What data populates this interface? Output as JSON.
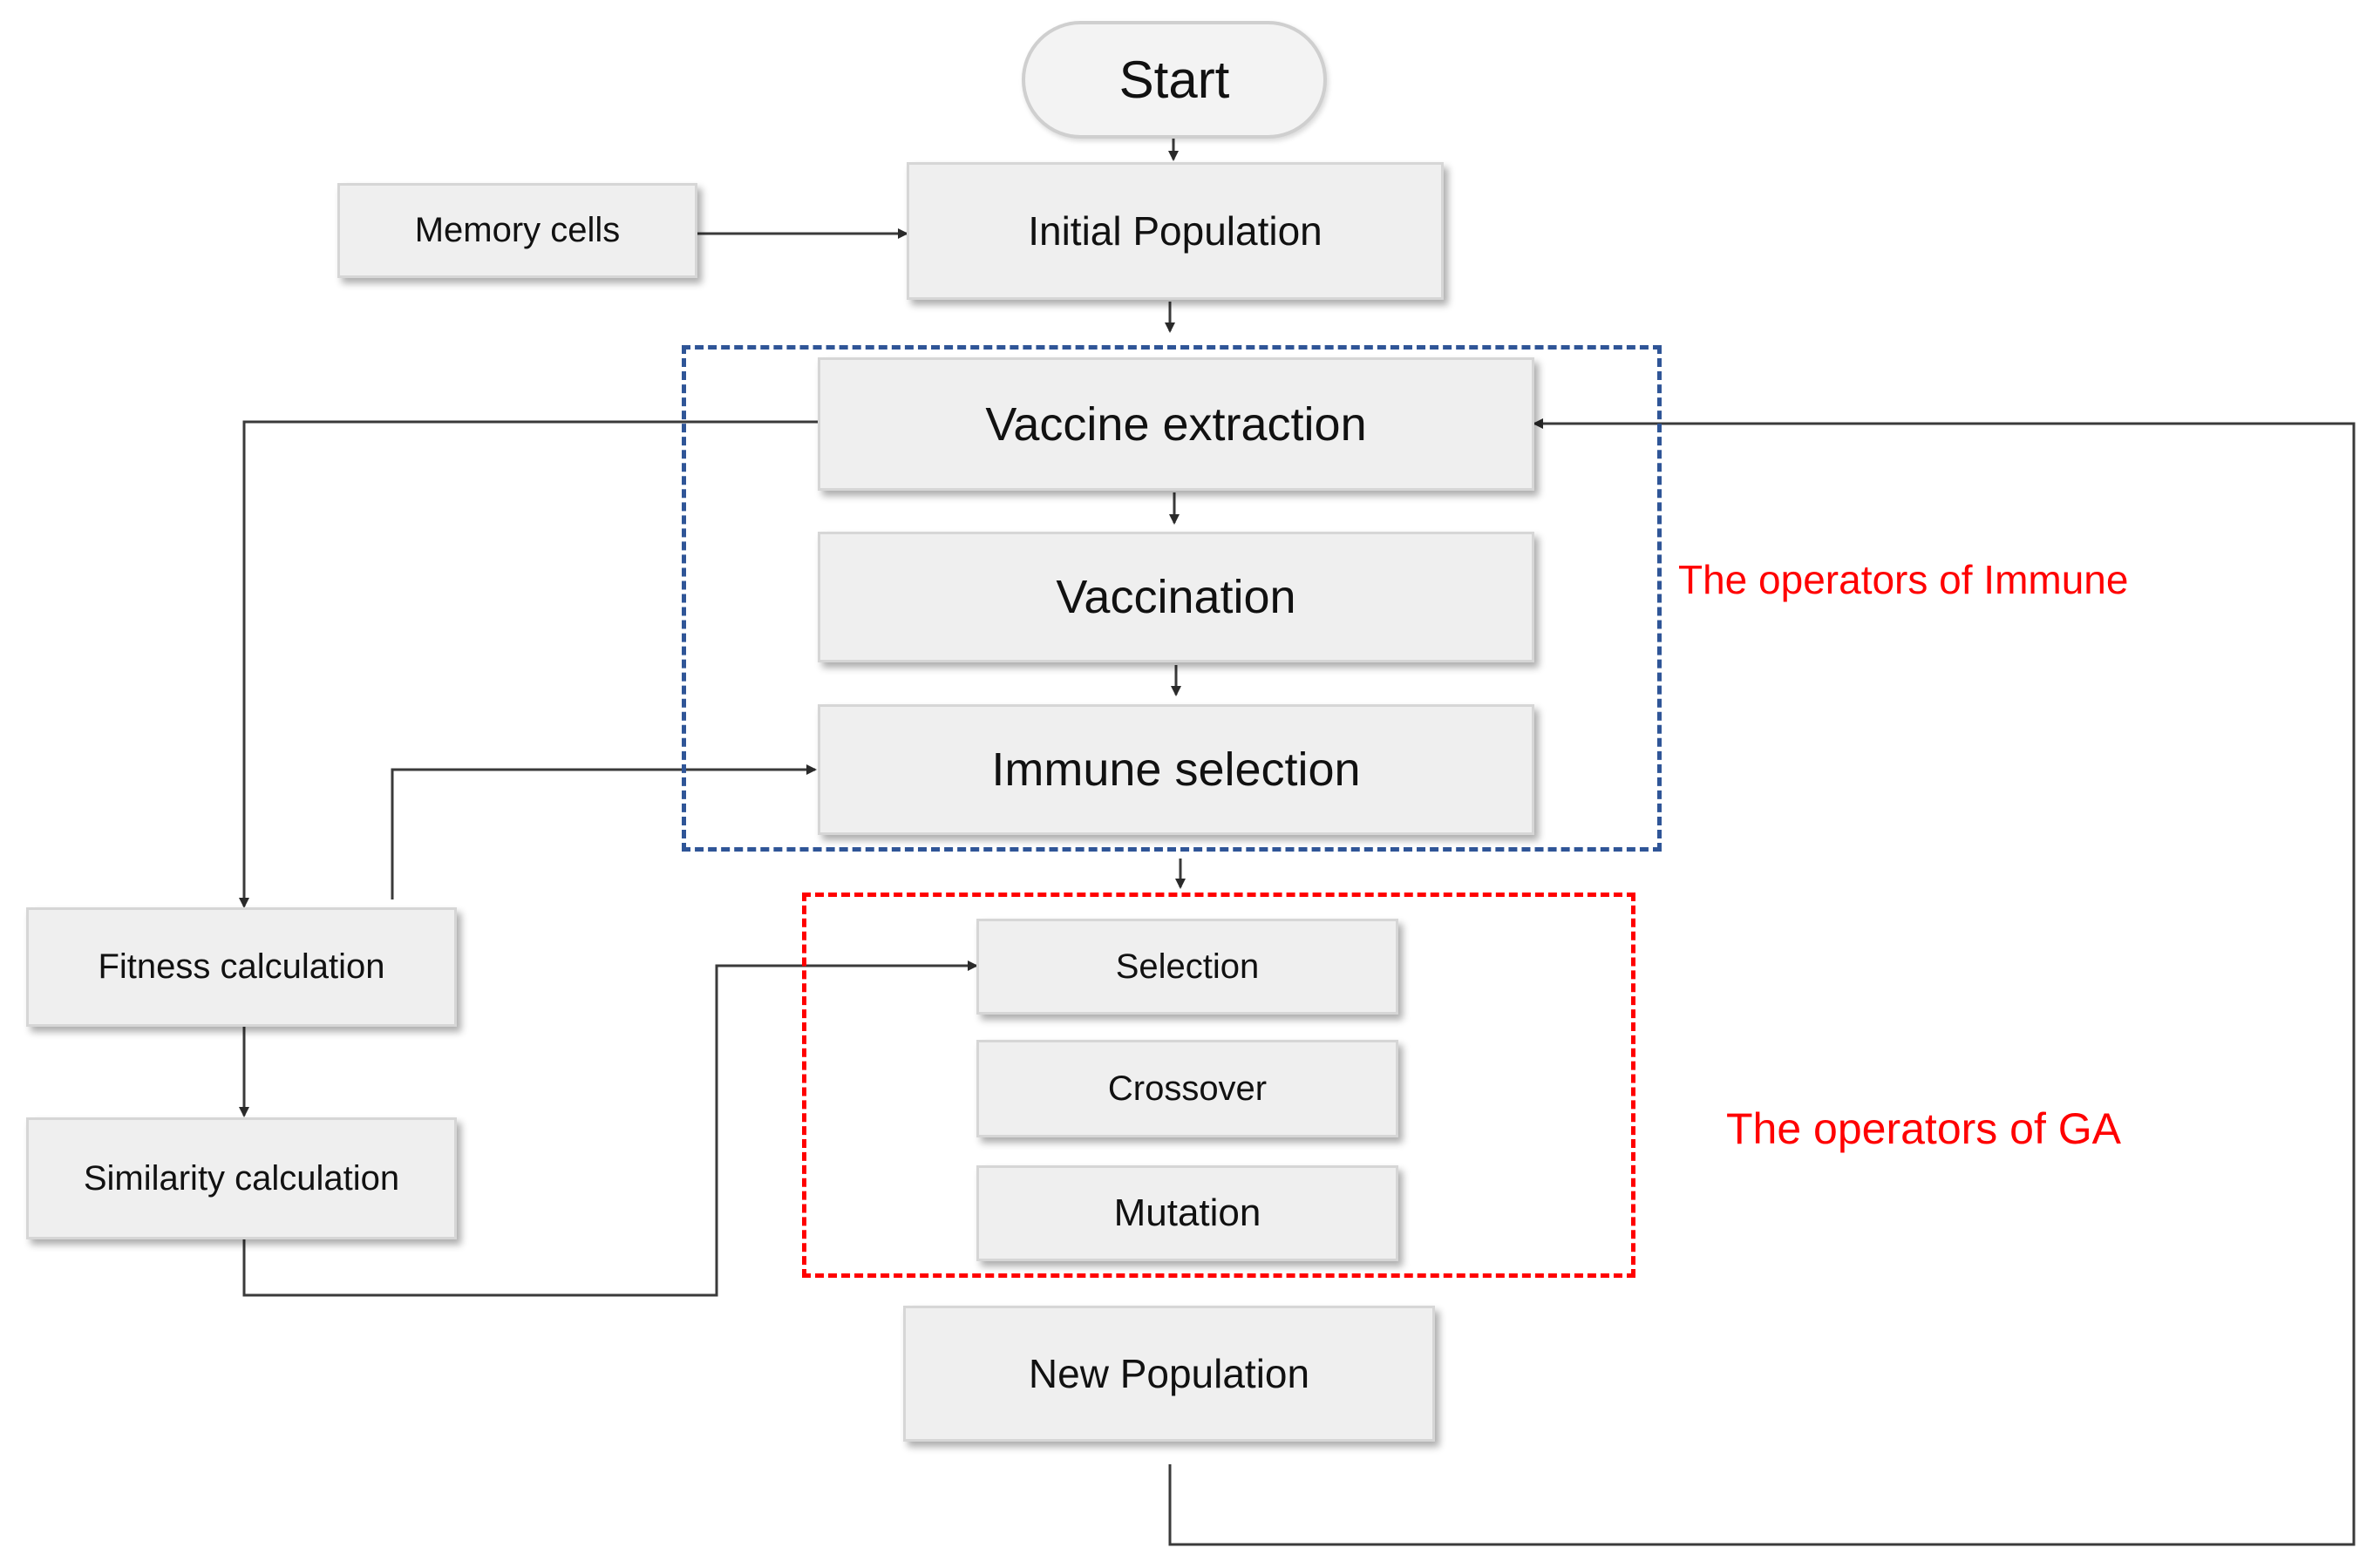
{
  "diagram": {
    "nodes": {
      "start": "Start",
      "memory_cells": "Memory cells",
      "initial_population": "Initial Population",
      "vaccine_extraction": "Vaccine extraction",
      "vaccination": "Vaccination",
      "immune_selection": "Immune selection",
      "fitness_calculation": "Fitness calculation",
      "similarity_calculation": "Similarity calculation",
      "selection": "Selection",
      "crossover": "Crossover",
      "mutation": "Mutation",
      "new_population": "New Population"
    },
    "groups": {
      "immune": {
        "label": "The operators of Immune",
        "border_color": "#2f5597",
        "label_color": "#ff0000"
      },
      "ga": {
        "label": "The operators of GA",
        "border_color": "#ff0000",
        "label_color": "#ff0000"
      }
    },
    "connector_color": "#3a3a3a"
  }
}
